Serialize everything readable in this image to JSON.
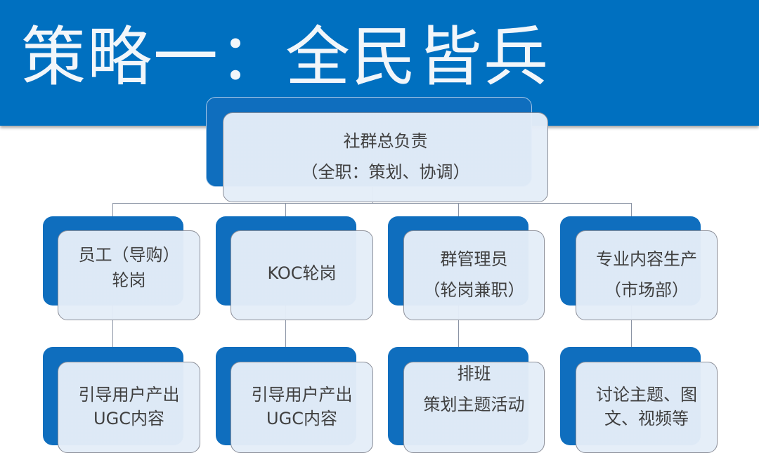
{
  "header": {
    "title": "策略一：全民皆兵",
    "banner_color": "#0070c0"
  },
  "org_chart": {
    "root": {
      "lines": [
        "社群总负责",
        "（全职：策划、协调）"
      ]
    },
    "roles": [
      {
        "lines": [
          "员工（导购）",
          "轮岗"
        ]
      },
      {
        "lines": [
          "KOC轮岗"
        ]
      },
      {
        "lines": [
          "群管理员",
          "（轮岗兼职）"
        ]
      },
      {
        "lines": [
          "专业内容生产",
          "（市场部）"
        ]
      }
    ],
    "duties": [
      {
        "lines": [
          "引导用户产出",
          "UGC内容"
        ]
      },
      {
        "lines": [
          "引导用户产出",
          "UGC内容"
        ]
      },
      {
        "lines": [
          "排班",
          "策划主题活动"
        ]
      },
      {
        "lines": [
          "讨论主题、图",
          "文、视频等"
        ]
      }
    ],
    "accent_color": "#0f6ebe",
    "card_fill": "#e4edf8",
    "connector_color": "#8a93a4"
  }
}
